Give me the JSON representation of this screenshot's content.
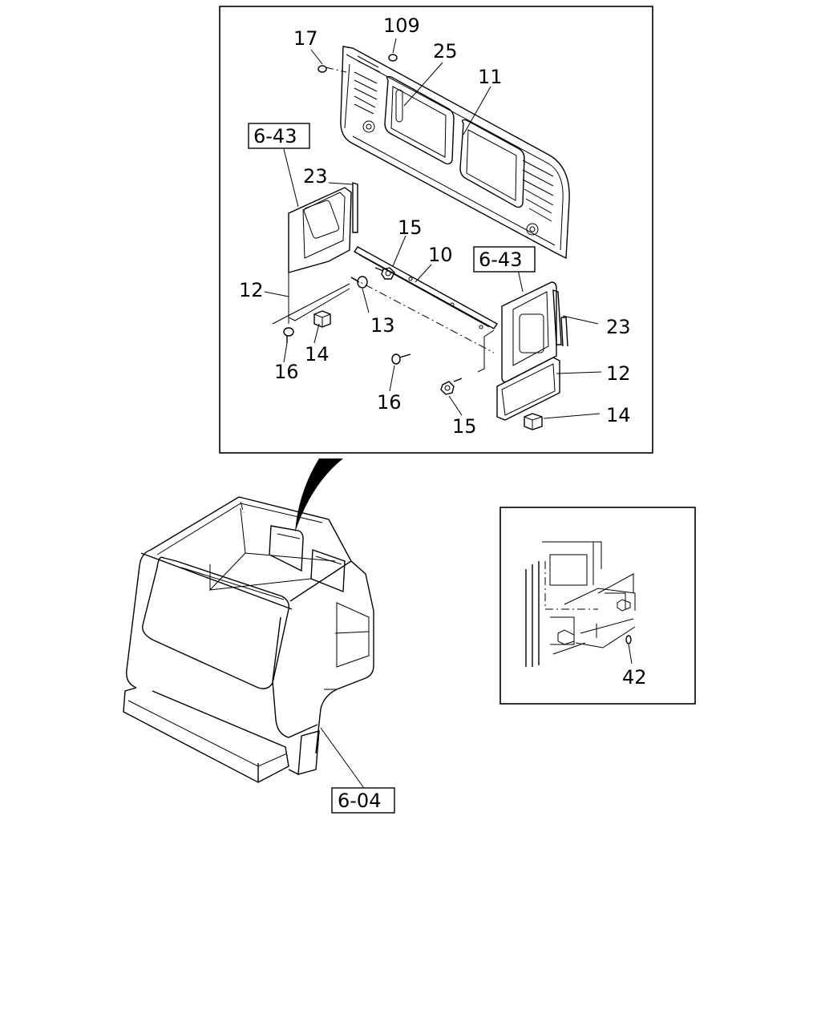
{
  "callouts": {
    "c17": "17",
    "c109": "109",
    "c25": "25",
    "c11": "11",
    "c23a": "23",
    "c23b": "23",
    "c15a": "15",
    "c15b": "15",
    "c10": "10",
    "c12a": "12",
    "c12b": "12",
    "c13": "13",
    "c14a": "14",
    "c14b": "14",
    "c16a": "16",
    "c16b": "16",
    "c42": "42"
  },
  "references": {
    "ref643a": "6-43",
    "ref643b": "6-43",
    "ref604": "6-04"
  }
}
